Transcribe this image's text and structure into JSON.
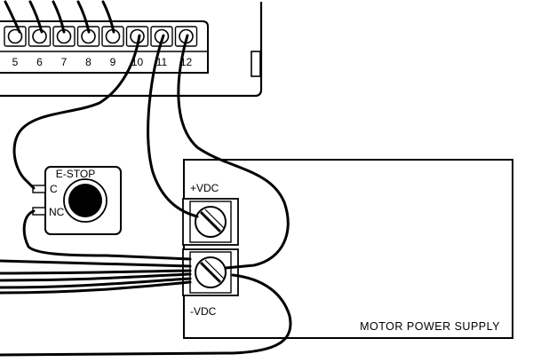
{
  "terminal_block": {
    "terminals": [
      "5",
      "6",
      "7",
      "8",
      "9",
      "10",
      "11",
      "12"
    ]
  },
  "estop": {
    "title": "E-STOP",
    "contact_c": "C",
    "contact_nc": "NC"
  },
  "power_supply": {
    "positive_label": "+VDC",
    "negative_label": "-VDC",
    "name": "MOTOR POWER SUPPLY"
  }
}
